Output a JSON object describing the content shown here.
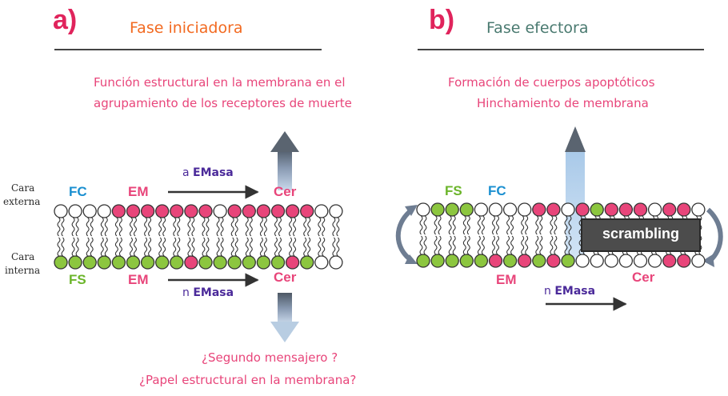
{
  "colors": {
    "pink": "#e8457a",
    "green": "#8cc63f",
    "blue": "#1a8fd0",
    "orange_title": "#f26a21",
    "green_title": "#4a7a70",
    "letter": "#e0245c",
    "enzyme": "#4b2a9a",
    "arrow": "#7a8aa0"
  },
  "panel_a": {
    "letter": "a)",
    "title": "Fase iniciadora",
    "top_text": [
      "Función estructural en la membrana en el",
      "agrupamiento de los receptores de muerte"
    ],
    "side_external": [
      "Cara",
      "externa"
    ],
    "side_internal": [
      "Cara",
      "interna"
    ],
    "label_fc": "FC",
    "label_em_top": "EM",
    "label_cer_top": "Cer",
    "enzyme_top_prefix": "a ",
    "enzyme_top_name": "EMasa",
    "label_fs": "FS",
    "label_em_bottom": "EM",
    "label_cer_bottom": "Cer",
    "enzyme_bottom_prefix": "n ",
    "enzyme_bottom_name": "EMasa",
    "bottom_text": [
      "¿Segundo mensajero ?",
      "¿Papel estructural en la membrana?"
    ],
    "outer_leaflet": [
      "white",
      "white",
      "white",
      "white",
      "pink",
      "pink",
      "pink",
      "pink",
      "pink",
      "pink",
      "pink",
      "white",
      "pink",
      "pink",
      "pink",
      "pink",
      "pink",
      "pink",
      "white",
      "white"
    ],
    "inner_leaflet": [
      "green",
      "green",
      "green",
      "green",
      "green",
      "green",
      "green",
      "green",
      "green",
      "pink",
      "green",
      "green",
      "green",
      "green",
      "green",
      "green",
      "pink",
      "green",
      "white",
      "white"
    ]
  },
  "panel_b": {
    "letter": "b)",
    "title": "Fase efectora",
    "top_text": [
      "Formación de cuerpos apoptóticos",
      "Hinchamiento de membrana"
    ],
    "label_fs": "FS",
    "label_fc": "FC",
    "label_em": "EM",
    "label_cer": "Cer",
    "enzyme_prefix": "n ",
    "enzyme_name": "EMasa",
    "scrambling": "scrambling",
    "outer_leaflet": [
      "white",
      "green",
      "green",
      "green",
      "white",
      "white",
      "white",
      "white",
      "pink",
      "pink",
      "white",
      "pink",
      "green",
      "pink",
      "pink",
      "pink",
      "white",
      "pink",
      "pink",
      "white"
    ],
    "inner_leaflet": [
      "green",
      "green",
      "green",
      "green",
      "green",
      "pink",
      "green",
      "pink",
      "green",
      "pink",
      "green",
      "white",
      "white",
      "white",
      "white",
      "white",
      "white",
      "pink",
      "pink",
      "white"
    ]
  }
}
